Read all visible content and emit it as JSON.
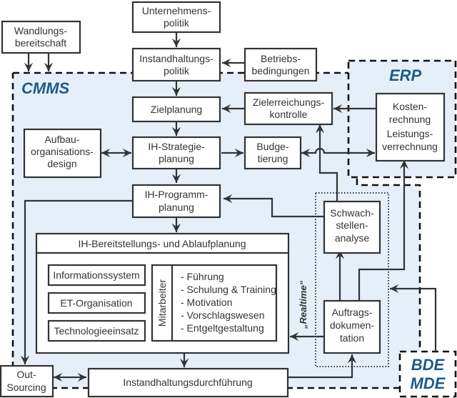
{
  "regions": {
    "cmms": "CMMS",
    "erp": "ERP",
    "bde_mde": [
      "BDE",
      "MDE"
    ]
  },
  "boxes": {
    "unternehmenspolitik": [
      "Unternehmens-",
      "politik"
    ],
    "wandlungsbereitschaft": [
      "Wandlungs-",
      "bereitschaft"
    ],
    "instandhaltungspolitik": [
      "Instandhaltungs-",
      "politik"
    ],
    "betriebsbedingungen": [
      "Betriebs-",
      "bedingungen"
    ],
    "zielplanung": [
      "Zielplanung"
    ],
    "zielerreichungskontrolle": [
      "Zielerreichungs-",
      "kontrolle"
    ],
    "kostenrechnung": [
      "Kosten-",
      "rechnung",
      "Leistungs-",
      "verrechnung"
    ],
    "aufbauorganisationsdesign": [
      "Aufbau-",
      "organisations-",
      "design"
    ],
    "ih_strategieplanung": [
      "IH-Strategie-",
      "planung"
    ],
    "budgetierung": [
      "Budge-",
      "tierung"
    ],
    "ih_programmplanung": [
      "IH-Programm-",
      "planung"
    ],
    "schwachstellenanalyse": [
      "Schwach-",
      "stellen-",
      "analyse"
    ],
    "ih_bereitstellung": [
      "IH-Bereitstellungs- und Ablaufplanung"
    ],
    "informationssystem": [
      "Informationssystem"
    ],
    "et_organisation": [
      "ET-Organisation"
    ],
    "technologieeinsatz": [
      "Technologieeinsatz"
    ],
    "mitarbeiter": [
      "Mitarbeiter"
    ],
    "mitarbeiter_items": [
      "- Führung",
      "- Schulung & Training",
      "- Motivation",
      "- Vorschlagswesen",
      "- Entgeltgestaltung"
    ],
    "auftragsdokumentation": [
      "Auftrags-",
      "dokumen-",
      "tation"
    ],
    "outsourcing": [
      "Out-",
      "Sourcing"
    ],
    "instandhaltungsdurchfuehrung": [
      "Instandhaltungsdurchführung"
    ]
  },
  "annotations": {
    "realtime": "„Realtime“"
  }
}
